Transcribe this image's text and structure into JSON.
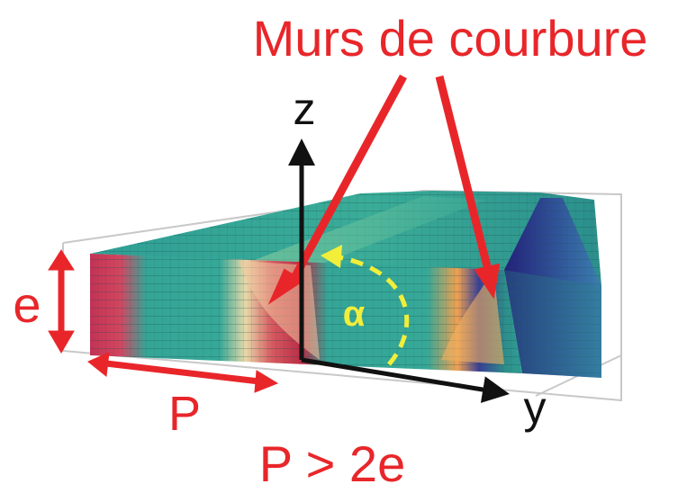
{
  "title": "Murs de courbure",
  "labels": {
    "z_axis": "z",
    "y_axis": "y",
    "thickness": "e",
    "period": "P",
    "angle": "α",
    "condition": "P > 2e"
  },
  "colors": {
    "annotation": "#e8262a",
    "axes": "#111111",
    "angle_arc": "#f2ee3a",
    "slab_teal": "#35a79a",
    "wall_red": "#d8334a",
    "wall_orange": "#f0a050",
    "wall_blue": "#2b2f8f"
  }
}
